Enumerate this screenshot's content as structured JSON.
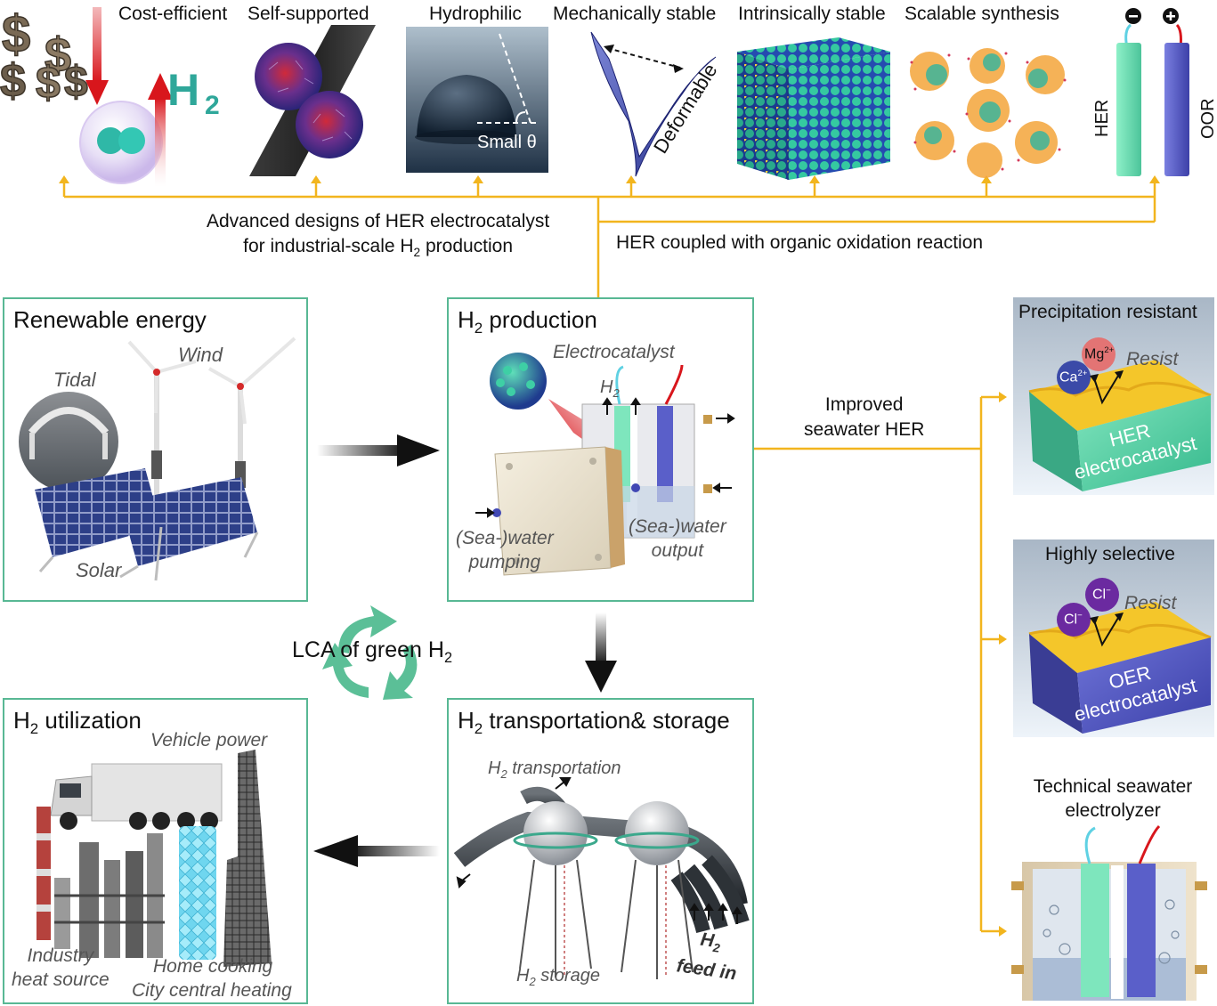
{
  "top_row": {
    "features": [
      {
        "label": "Cost-efficient"
      },
      {
        "label": "Self-supported"
      },
      {
        "label": "Hydrophilic"
      },
      {
        "label": "Mechanically stable"
      },
      {
        "label": "Intrinsically stable"
      },
      {
        "label": "Scalable synthesis"
      }
    ],
    "cost_h2_label": "H",
    "cost_h2_sub": "2",
    "contact_angle_label": "Small θ",
    "deformable_label": "Deformable",
    "electrode_her_label": "HER",
    "electrode_oor_label": "OOR"
  },
  "connectors": {
    "advanced_line1": "Advanced designs of HER electrocatalyst",
    "advanced_line2_pre": "for industrial-scale H",
    "advanced_line2_sub": "2",
    "advanced_line2_post": " production",
    "coupled_label": "HER coupled with organic oxidation reaction",
    "improved_line1": "Improved",
    "improved_line2": "seawater HER"
  },
  "panels": {
    "renewable": {
      "title": "Renewable energy",
      "wind": "Wind",
      "tidal": "Tidal",
      "solar": "Solar"
    },
    "production": {
      "title_pre": "H",
      "title_sub": "2",
      "title_post": " production",
      "electrocatalyst": "Electrocatalyst",
      "h2_pre": "H",
      "h2_sub": "2",
      "pumping_line1": "(Sea-)water",
      "pumping_line2": "pumping",
      "output_line1": "(Sea-)water",
      "output_line2": "output"
    },
    "utilization": {
      "title_pre": "H",
      "title_sub": "2",
      "title_post": " utilization",
      "vehicle": "Vehicle power",
      "industry_line1": "Industry",
      "industry_line2": "heat source",
      "home_cooking": "Home cooking",
      "city_heating": "City central heating"
    },
    "transport": {
      "title_pre": "H",
      "title_sub": "2",
      "title_post": " transportation& storage",
      "transportation_pre": "H",
      "transportation_sub": "2",
      "transportation_post": " transportation",
      "storage_pre": "H",
      "storage_sub": "2",
      "storage_post": " storage",
      "feed_h2_pre": "H",
      "feed_h2_sub": "2",
      "feed_in": "feed in"
    }
  },
  "lca": {
    "label_pre": "LCA of green H",
    "label_sub": "2"
  },
  "right_column": {
    "precipitation": {
      "title": "Precipitation resistant",
      "mg_ion": "Mg",
      "mg_charge": "2+",
      "ca_ion": "Ca",
      "ca_charge": "2+",
      "resist": "Resist",
      "block_line1": "HER",
      "block_line2": "electrocatalyst"
    },
    "selective": {
      "title": "Highly selective",
      "cl_ion": "Cl",
      "cl_charge": "−",
      "resist": "Resist",
      "block_line1": "OER",
      "block_line2": "electrocatalyst"
    },
    "electrolyzer": {
      "title_line1": "Technical seawater",
      "title_line2": "electrolyzer"
    }
  },
  "colors": {
    "panel_border": "#58b894",
    "connector": "#f2b51e",
    "lca_arrow": "#5bbf97",
    "her_green": "#6fe0b4",
    "oer_purple": "#5659c4",
    "gold_layer": "#f4c62a"
  }
}
